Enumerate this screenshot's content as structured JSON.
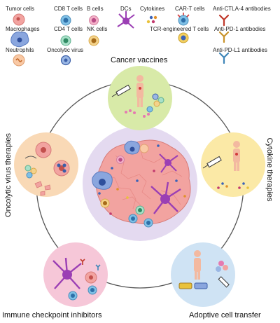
{
  "legend": {
    "tumor_cells": "Tumor cells",
    "cd8_t_cells": "CD8 T cells",
    "b_cells": "B cells",
    "dcs": "DCs",
    "cytokines": "Cytokines",
    "car_t_cells": "CAR-T cells",
    "anti_ctla4": "Anti-CTLA-4 antibodies",
    "macrophages": "Macrophages",
    "cd4_t_cells": "CD4 T cells",
    "nk_cells": "NK cells",
    "tcr_t_cells": "TCR-engineered T cells",
    "anti_pd1": "Anti-PD-1 antibodies",
    "neutrophils": "Neutrophils",
    "oncolytic_virus": "Oncolytic virus",
    "anti_pdl1": "Anti-PD-L1 antibodies"
  },
  "therapies": {
    "cancer_vaccines": "Cancer vaccines",
    "cytokine_therapies": "Cytokine therapies",
    "adoptive_cell_transfer": "Adoptive cell transfer",
    "immune_checkpoint_inhibitors": "Immune checkpoint inhibitors",
    "oncolytic_virus_therapies": "Oncolytic virus therapies"
  },
  "colors": {
    "cancer_vaccines_bg": "#d8eaa8",
    "cytokine_bg": "#fbe9a6",
    "adoptive_bg": "#cfe3f4",
    "checkpoint_bg": "#f6c7d8",
    "oncolytic_bg": "#f9d9b6",
    "center_bg": "#e4daf0",
    "tumor_cell": "#f2a3a0",
    "dc": "#9b3fb4",
    "ring": "#555555"
  }
}
